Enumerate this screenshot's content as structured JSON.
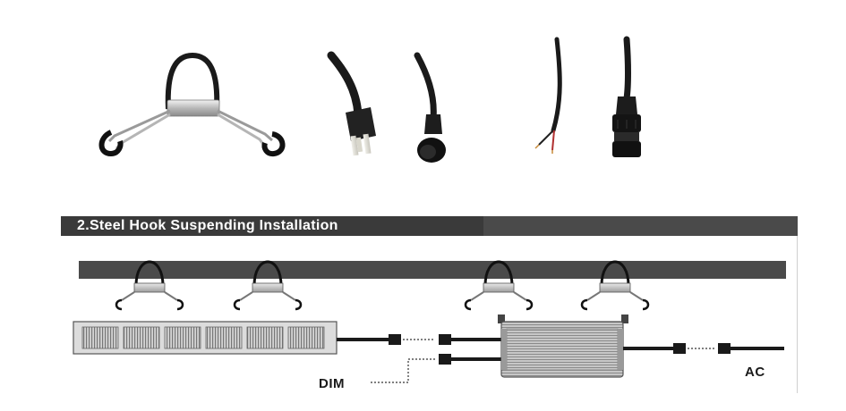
{
  "section": {
    "title": "2.Steel Hook Suspending Installation"
  },
  "labels": {
    "dim": "DIM",
    "ac": "AC"
  },
  "accessories": [
    {
      "name": "steel-hook",
      "icon": "steel-hook-icon"
    },
    {
      "name": "us-plug-cable",
      "icon": "us-plug-icon"
    },
    {
      "name": "waterproof-connector-cable",
      "icon": "waterproof-connector-icon"
    },
    {
      "name": "bare-wire-cable",
      "icon": "bare-wire-icon"
    },
    {
      "name": "male-connector-cable",
      "icon": "male-connector-icon"
    }
  ],
  "colors": {
    "header": "#4a4a4a",
    "beam": "#4a4a4a",
    "cable": "#1a1a1a",
    "fixture_body": "#d8d8d8",
    "driver_body": "#bdbdbd"
  }
}
